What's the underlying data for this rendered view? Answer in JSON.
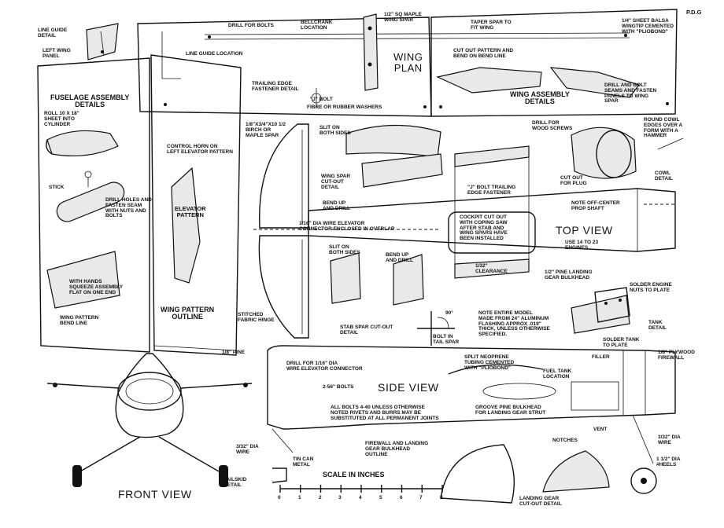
{
  "signature": "P.D.G",
  "views": {
    "wing_plan": "WING\nPLAN",
    "top_view": "TOP VIEW",
    "side_view": "SIDE VIEW",
    "front_view": "FRONT VIEW",
    "wing_pattern_outline": "WING PATTERN\nOUTLINE",
    "fuselage_details": "FUSELAGE ASSEMBLY\nDETAILS",
    "wing_assembly_details": "WING ASSEMBLY\nDETAILS",
    "elevator_pattern": "ELEVATOR\nPATTERN",
    "scale_title": "SCALE IN INCHES"
  },
  "scale_ticks": [
    "0",
    "1",
    "2",
    "3",
    "4",
    "5",
    "6",
    "7",
    "8"
  ],
  "notes": {
    "line_guide_detail": "LINE GUIDE\nDETAIL",
    "left_wing_panel": "LEFT WING\nPANEL",
    "drill_for_bolts": "DRILL FOR BOLTS",
    "bellcrank_location": "BELLCRANK\nLOCATION",
    "maple_wing_spar": "1/2\" SQ MAPLE\nWING SPAR",
    "taper_spar": "TAPER SPAR TO\nFIT WING",
    "sheet_balsa_wingtip": "1/4\" SHEET BALSA\nWINGTIP CEMENTED\nWITH \"PLIOBOND\"",
    "line_guide_location": "LINE GUIDE LOCATION",
    "cut_out_pattern": "CUT OUT PATTERN AND\nBEND ON BEND LINE",
    "trailing_edge_fastener": "TRAILING EDGE\nFASTENER DETAIL",
    "j_bolt": "\"J\" BOLT",
    "fibre_washers": "FIBRE OR RUBBER WASHERS",
    "drill_and_bolt_seams": "DRILL AND BOLT\nSEAMS AND FASTEN\nPANELS TO WING\nSPAR",
    "roll_sheet": "ROLL 10 x 18\"\nSHEET INTO\nCYLINDER",
    "control_horn": "CONTROL HORN ON\nLEFT ELEVATOR PATTERN",
    "birch_maple_spar": "1/8\"x3/4\"x10 1/2\nBIRCH OR\nMAPLE SPAR",
    "slit_on_both_sides_1": "SLIT ON\nBOTH SIDES",
    "drill_for_wood_screws": "DRILL FOR\nWOOD SCREWS",
    "round_cowl_edges": "ROUND COWL\nEDGES OVER A\nFORM WITH A\nHAMMER",
    "stick": "STICK",
    "drill_holes_fasten_seam": "DRILL HOLES AND\nFASTEN SEAM\nWITH NUTS AND\nBOLTS",
    "wing_spar_cutout": "WING SPAR\nCUT-OUT\nDETAIL",
    "bend_up_and_drill_1": "BEND UP\nAND DRILL",
    "j_bolt_trailing_edge": "\"J\" BOLT TRAILING\nEDGE FASTENER",
    "cut_out_for_plug": "CUT OUT\nFOR PLUG",
    "cowl_detail": "COWL\nDETAIL",
    "note_off_center": "NOTE OFF-CENTER\nPROP SHAFT",
    "wire_elevator_connector": "1/16\" DIA WIRE ELEVATOR\nCONNECTOR ENCLOSED IN OVERLAP",
    "cockpit_cut_out": "COCKPIT CUT OUT\nWITH COPING SAW\nAFTER STAB AND\nWING SPARS HAVE\nBEEN INSTALLED",
    "use_engines": "USE 14 TO 23\nENGINES",
    "slit_on_both_sides_2": "SLIT ON\nBOTH SIDES",
    "bend_up_and_drill_2": "BEND UP\nAND DRILL",
    "clearance": "1/32\"\nCLEARANCE",
    "pine_landing_gear_bulkhead": "1/2\" PINE LANDING\nGEAR BULKHEAD",
    "with_hands_squeeze": "WITH HANDS\nSQUEEZE ASSEMBLY\nFLAT ON ONE END",
    "solder_engine_nuts": "SOLDER ENGINE\nNUTS TO PLATE",
    "wing_pattern_bend_line": "WING PATTERN\nBEND LINE",
    "stitched_fabric_hinge": "STITCHED\nFABRIC HINGE",
    "stab_spar_cutout": "STAB SPAR CUT-OUT\nDETAIL",
    "ninety_deg": "90°",
    "bolt_in_tail_spar": "BOLT IN\nTAIL SPAR",
    "note_entire_model": "NOTE ENTIRE MODEL\nMADE FROM 24\" ALUMINUM\nFLASHING APPROX .019\"\nTHICK, UNLESS OTHERWISE\nSPECIFIED.",
    "tank_detail": "TANK\nDETAIL",
    "solder_tank": "SOLDER TANK\nTO PLATE",
    "pine_eighth": "1/8\" PINE",
    "drill_for_wire": "DRILL FOR 1/16\" DIA\nWIRE ELEVATOR CONNECTOR",
    "split_neoprene": "SPLIT NEOPRENE\nTUBING CEMENTED\nWITH \"PLIOBOND\"",
    "filler": "FILLER",
    "plywood_firewall": "1/8\" PLYWOOD\nFIREWALL",
    "bolts_2_56": "2-56\" BOLTS",
    "fuel_tank_location": "FUEL TANK\nLOCATION",
    "all_bolts": "ALL BOLTS 4-40 UNLESS OTHERWISE\nNOTED RIVETS AND BURRS MAY BE\nSUBSTITUTED AT ALL PERMANENT JOINTS",
    "groove_pine_bulkhead": "GROOVE PINE BULKHEAD\nFOR LANDING GEAR STRUT",
    "vent": "VENT",
    "dia_wire_left": "3/32\" DIA\nWIRE",
    "tin_can_metal": "TIN CAN\nMETAL",
    "firewall_landing_gear": "FIREWALL AND LANDING\nGEAR BULKHEAD\nOUTLINE",
    "notches": "NOTCHES",
    "dia_wire_right": "3/32\" DIA\nWIRE",
    "wheels": "1 1/2\" DIA\n#HEELS",
    "tailskid_detail": "TAILSKID\nDETAIL",
    "landing_gear_cutout": "LANDING GEAR\nCUT-OUT DETAIL"
  }
}
